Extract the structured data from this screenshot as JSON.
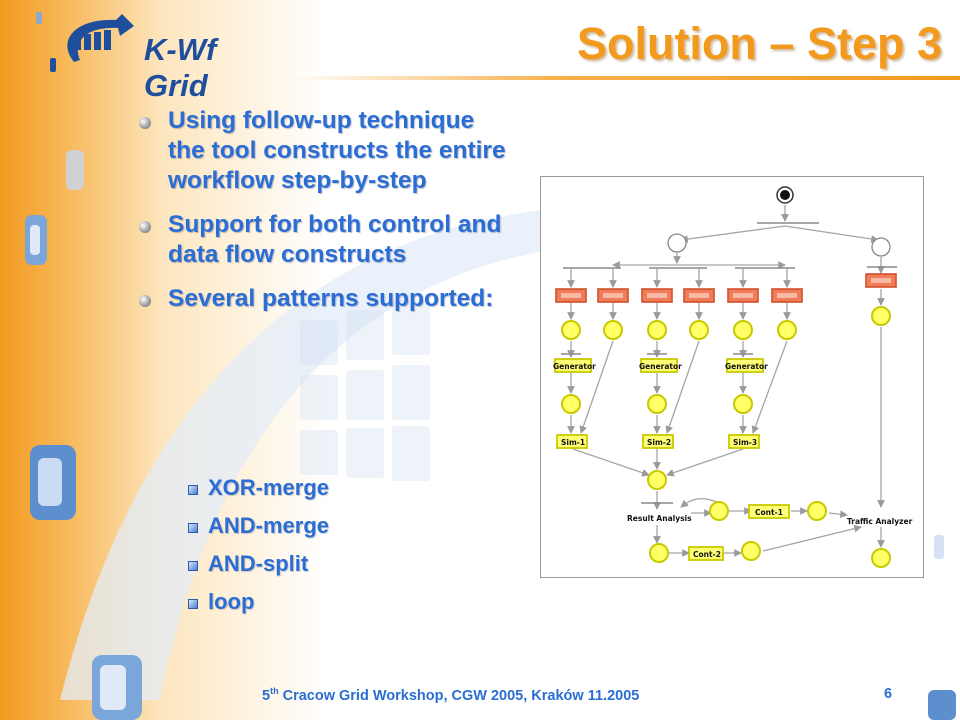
{
  "header": {
    "logo_text": "K-Wf Grid",
    "title": "Solution – Step 3"
  },
  "bullets": [
    {
      "text": "Using follow-up technique the tool constructs the entire workflow step-by-step"
    },
    {
      "text": "Support for both control and data flow constructs"
    },
    {
      "text": "Several patterns supported:"
    }
  ],
  "sub_bullets": [
    "XOR-merge",
    "AND-merge",
    "AND-split",
    "loop"
  ],
  "diagram": {
    "labels": {
      "gen1": "Generator",
      "gen2": "Generator",
      "gen3": "Generator",
      "sim1": "Sim-1",
      "sim2": "Sim-2",
      "sim3": "Sim-3",
      "result": "Result Analysis",
      "cont1": "Cont-1",
      "cont2": "Cont-2",
      "traffic": "Traffic Analyzer"
    }
  },
  "footer": {
    "ordinal": "5",
    "suffix": "th",
    "text": " Cracow Grid Workshop, CGW 2005, Kraków 11.2005",
    "page": "6"
  },
  "colors": {
    "title": "#f39a1e",
    "text": "#2a6dd4",
    "node_fill": "#ffff66",
    "node_stroke": "#c9c900",
    "task_fill": "#f07c5a",
    "task_stroke": "#d0502c"
  }
}
